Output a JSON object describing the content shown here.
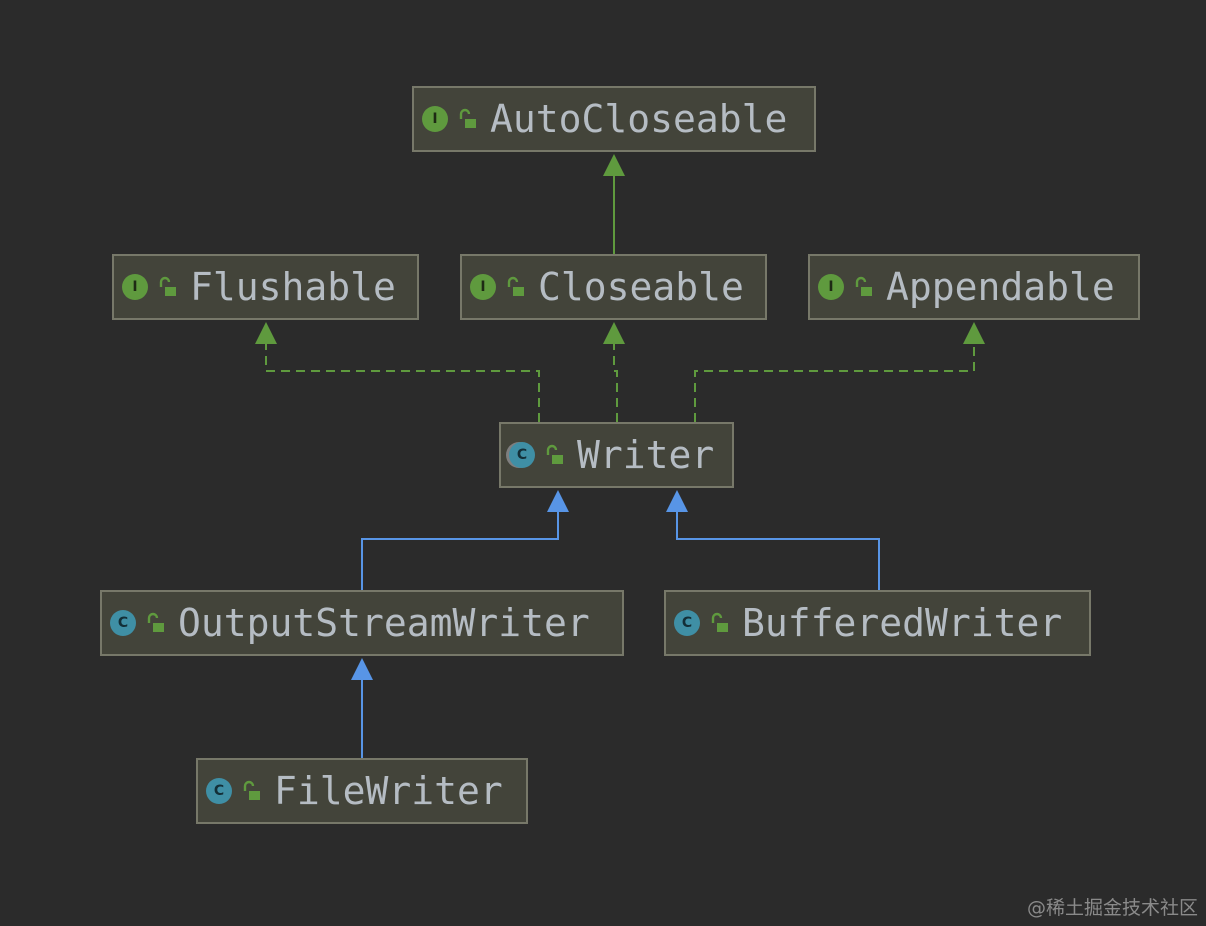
{
  "nodes": [
    {
      "id": "autocloseable",
      "name": "AutoCloseable",
      "kind": "interface",
      "kind_letter": "I"
    },
    {
      "id": "flushable",
      "name": "Flushable",
      "kind": "interface",
      "kind_letter": "I"
    },
    {
      "id": "closeable",
      "name": "Closeable",
      "kind": "interface",
      "kind_letter": "I"
    },
    {
      "id": "appendable",
      "name": "Appendable",
      "kind": "interface",
      "kind_letter": "I"
    },
    {
      "id": "writer",
      "name": "Writer",
      "kind": "abstract-class",
      "kind_letter": "C"
    },
    {
      "id": "outputstreamwriter",
      "name": "OutputStreamWriter",
      "kind": "class",
      "kind_letter": "C"
    },
    {
      "id": "bufferedwriter",
      "name": "BufferedWriter",
      "kind": "class",
      "kind_letter": "C"
    },
    {
      "id": "filewriter",
      "name": "FileWriter",
      "kind": "class",
      "kind_letter": "C"
    }
  ],
  "edges": [
    {
      "from": "closeable",
      "to": "autocloseable",
      "type": "extends-interface"
    },
    {
      "from": "writer",
      "to": "flushable",
      "type": "implements"
    },
    {
      "from": "writer",
      "to": "closeable",
      "type": "implements"
    },
    {
      "from": "writer",
      "to": "appendable",
      "type": "implements"
    },
    {
      "from": "outputstreamwriter",
      "to": "writer",
      "type": "extends-class"
    },
    {
      "from": "bufferedwriter",
      "to": "writer",
      "type": "extends-class"
    },
    {
      "from": "filewriter",
      "to": "outputstreamwriter",
      "type": "extends-class"
    }
  ],
  "colors": {
    "background": "#2b2b2b",
    "node_fill": "#43443a",
    "node_border": "#777869",
    "node_text": "#b5bcc3",
    "interface_badge": "#5f9a3e",
    "class_badge": "#3f8fa5",
    "visibility_lock": "#5f9a3e",
    "interface_edge": "#5f9a3e",
    "class_edge": "#5895e6"
  },
  "icons": {
    "interface_badge": "interface-icon",
    "class_badge": "class-icon",
    "abstract_class_badge": "abstract-class-icon",
    "visibility": "public-lock-icon"
  },
  "watermark": "@稀土掘金技术社区"
}
